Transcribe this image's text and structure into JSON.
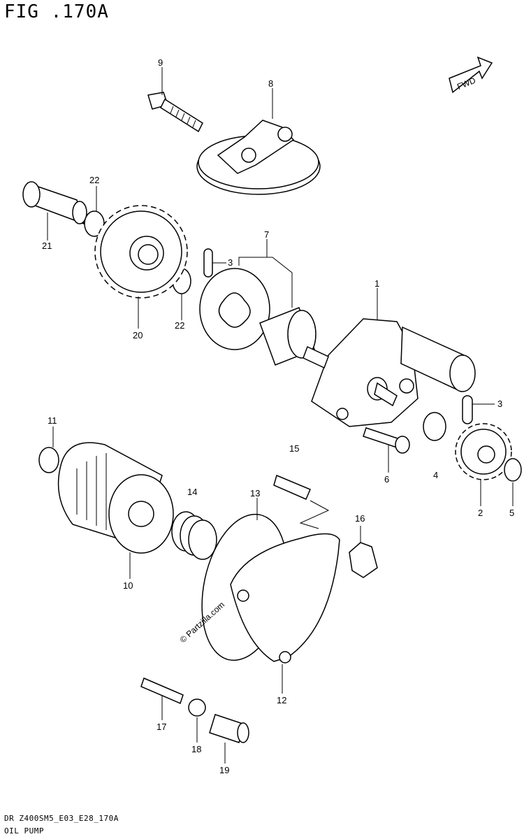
{
  "figure": {
    "title": "FIG .170A"
  },
  "footer": {
    "code": "DR Z400SM5_E03_E28_170A",
    "name": "OIL PUMP"
  },
  "watermark": "© Partzilla.com",
  "fwd_label": "FWD",
  "callouts": {
    "c1": "1",
    "c2": "2",
    "c3a": "3",
    "c3b": "3",
    "c4": "4",
    "c5": "5",
    "c6": "6",
    "c7": "7",
    "c8": "8",
    "c9": "9",
    "c10": "10",
    "c11": "11",
    "c12": "12",
    "c13": "13",
    "c14": "14",
    "c15": "15",
    "c16": "16",
    "c17": "17",
    "c18": "18",
    "c19": "19",
    "c20": "20",
    "c21": "21",
    "c22a": "22",
    "c22b": "22"
  }
}
